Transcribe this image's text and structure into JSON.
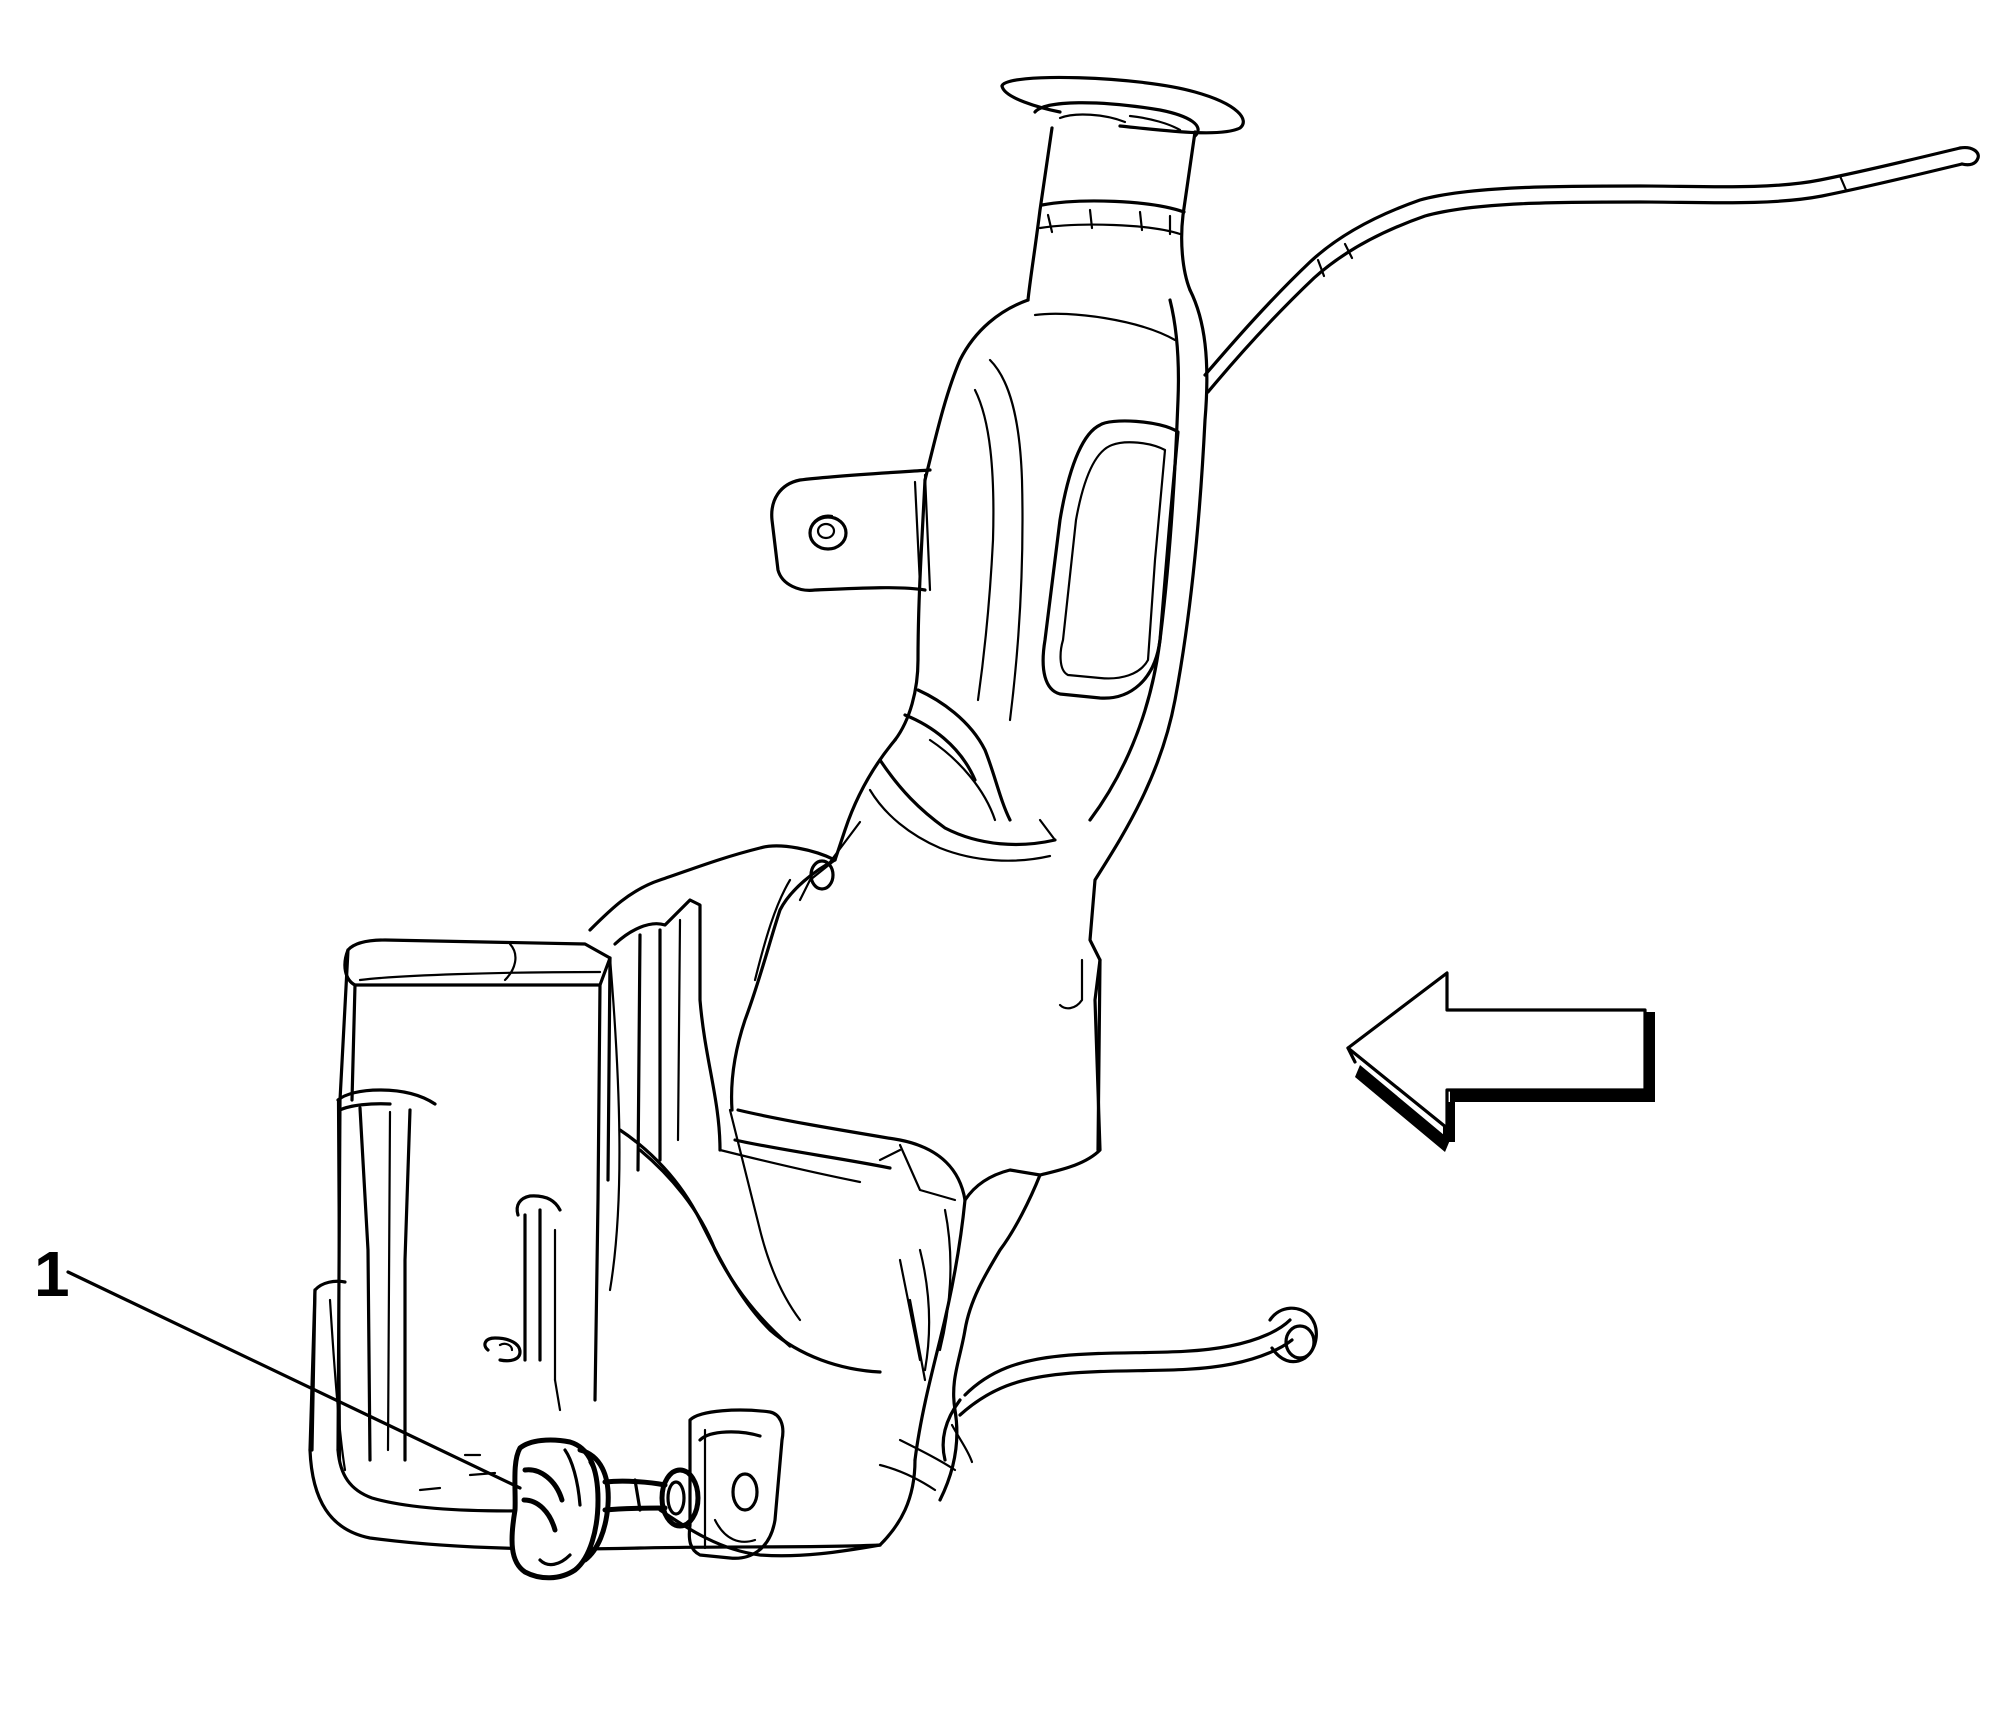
{
  "callouts": [
    {
      "label": "1"
    }
  ],
  "components": {
    "reservoir": "washer-fluid-reservoir",
    "pump": "washer-pump",
    "arrow": "view-direction-arrow"
  },
  "colors": {
    "line": "#000000",
    "background": "#ffffff"
  }
}
